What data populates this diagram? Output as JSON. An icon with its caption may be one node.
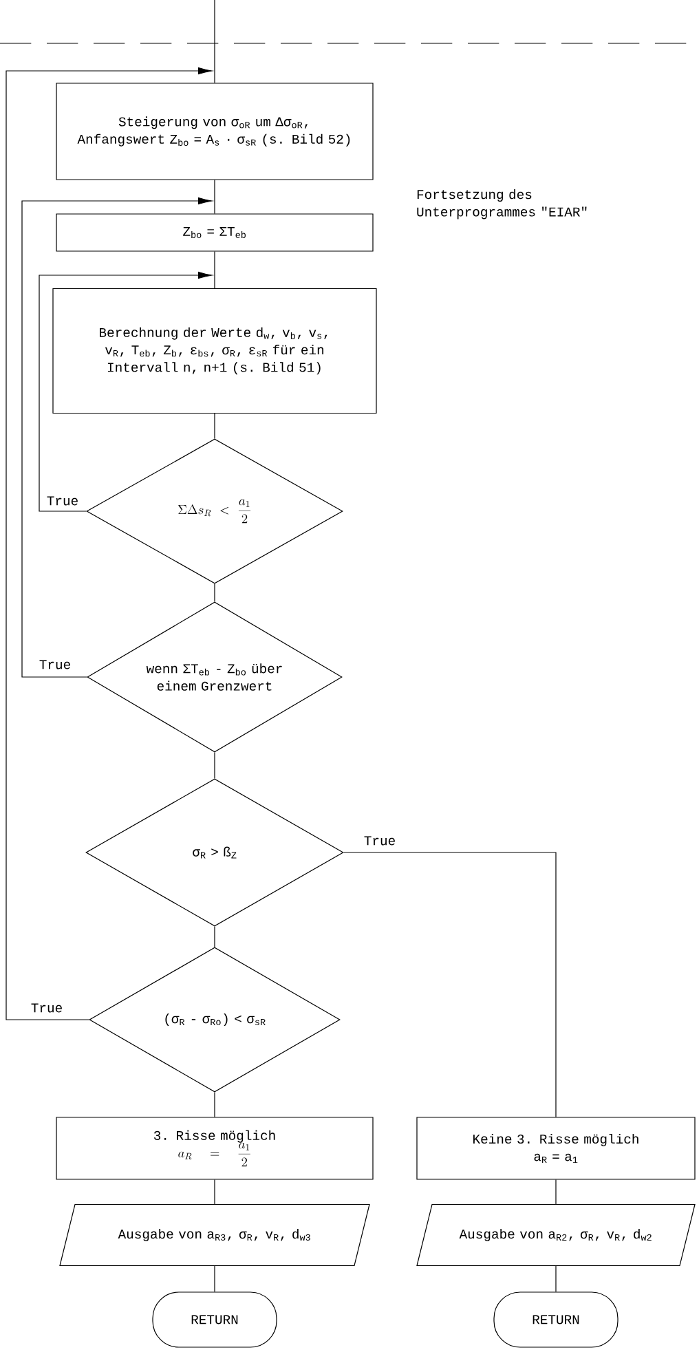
{
  "diagram": {
    "nodes": [
      {
        "text": [
          "Steigerung von σ$_{oR}$ um Δσ$_{oR}$, Anfangswert Z$_{bo}$ = A$_{s}$ · σ$_{sR}$ (s. Bild 52)"
        ]
      },
      {
        "text": [
          "Z$_{bo}$ = ΣT$_{eb}$"
        ]
      },
      {
        "text": [
          "Berechnung der Werte d$_{w}$, v$_{b}$, v$_{s}$, v$_{R}$, T$_{eb}$, Z$_{b}$, ε$_{bs}$, σ$_{R}$, ε$_{sR}$ für ein Intervall n, n+1 (s. Bild 51)"
        ]
      },
      {
        "text": [
          "\\Sigma\\Delta s_R < \\frac{a_1}{2}"
        ]
      },
      {
        "text": [
          "wenn ΣT$_{eb}$ - Z$_{bo}$ über einem Grenzwert"
        ]
      },
      {
        "text": [
          "σ$_{R}$ > ß$_{Z}$"
        ]
      },
      {
        "text": [
          "(σ$_{R}$ - σ$_{Ro}$) < σ$_{sR}$"
        ]
      },
      {
        "text": [
          "3. Risse möglich",
          "a_R = \\frac{a_1}{2}"
        ]
      },
      {
        "text": [
          "Keine 3. Risse möglich",
          "a$_{R}$ = a$_{1}$"
        ]
      },
      {
        "text": [
          "Ausgabe von a$_{R3}$, σ$_{R}$, v$_{R}$, d$_{w3}$"
        ]
      },
      {
        "text": [
          "Ausgabe von a$_{R2}$, σ$_{R}$, v$_{R}$, d$_{w2}$"
        ]
      },
      {
        "text": [
          "RETURN"
        ]
      },
      {
        "text": [
          "RETURN"
        ]
      }
    ],
    "edges": [
      {
        "from": null,
        "to": 0,
        "arrow": "none"
      },
      {
        "from": 0,
        "to": 1,
        "arrow": "none"
      },
      {
        "from": 1,
        "to": 2,
        "arrow": "none"
      },
      {
        "from": 2,
        "to": 3,
        "arrow": "none"
      },
      {
        "from": 3,
        "to": 2,
        "arrow": "to",
        "label": "True"
      },
      {
        "from": 3,
        "to": 4,
        "arrow": "none"
      },
      {
        "from": 4,
        "to": 1,
        "arrow": "to",
        "label": "True"
      },
      {
        "from": 4,
        "to": 5,
        "arrow": "none"
      },
      {
        "from": 5,
        "to": 8,
        "arrow": "none",
        "label": "True"
      },
      {
        "from": 5,
        "to": 6,
        "arrow": "none"
      },
      {
        "from": 6,
        "to": 0,
        "arrow": "to",
        "label": "True"
      },
      {
        "from": 6,
        "to": 7,
        "arrow": "none"
      },
      {
        "from": 7,
        "to": 9,
        "arrow": "none"
      },
      {
        "from": 9,
        "to": 11,
        "arrow": "none"
      },
      {
        "from": 8,
        "to": 10,
        "arrow": "none"
      },
      {
        "from": 10,
        "to": 12,
        "arrow": "none"
      }
    ],
    "labels": [
      "Fortsetzung des Unterprogrammes \"EIAR\""
    ]
  }
}
